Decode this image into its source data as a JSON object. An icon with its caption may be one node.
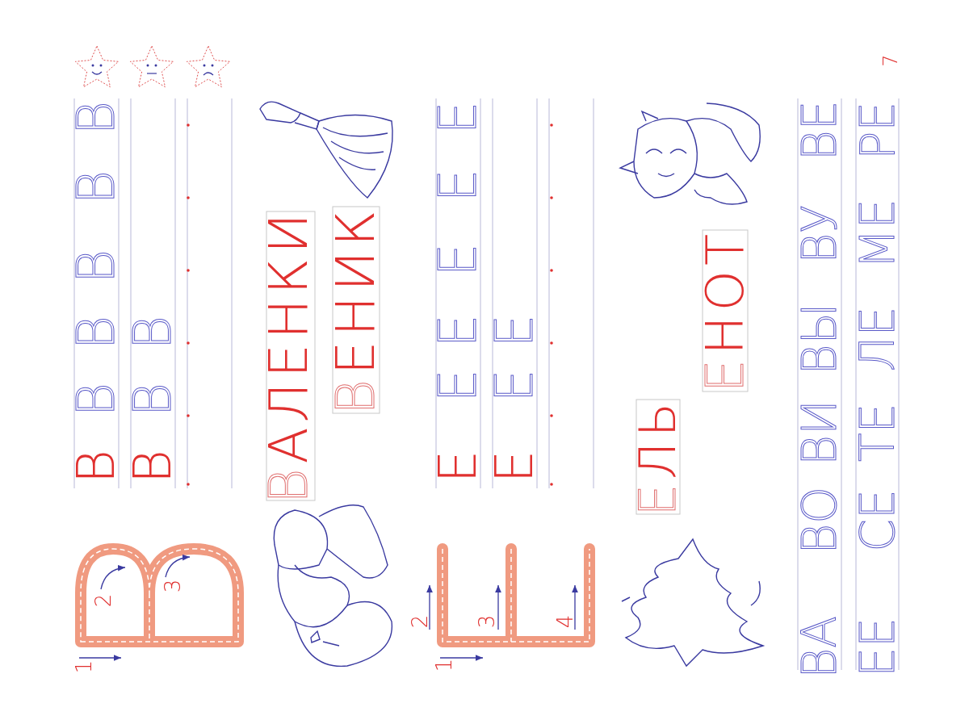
{
  "diagram": {
    "labels": [
      "7",
      "В",
      "В",
      "В",
      "В",
      "В",
      "В",
      "В",
      "В",
      "В",
      "ВАЛЕНКИ",
      "ВЕНИК",
      "Е",
      "Е",
      "Е",
      "Е",
      "Е",
      "Е",
      "Е",
      "Е",
      "Е",
      "ЕЛЬ",
      "ЕНОТ",
      "ВА",
      "ВО",
      "ВИ",
      "ВЫ",
      "ВУ",
      "ВЕ",
      "ЕЕ",
      "СЕ",
      "ТЕ",
      "ЛЕ",
      "МЕ",
      "РЕ",
      "1",
      "2",
      "3",
      "1",
      "2",
      "3",
      "4"
    ]
  }
}
